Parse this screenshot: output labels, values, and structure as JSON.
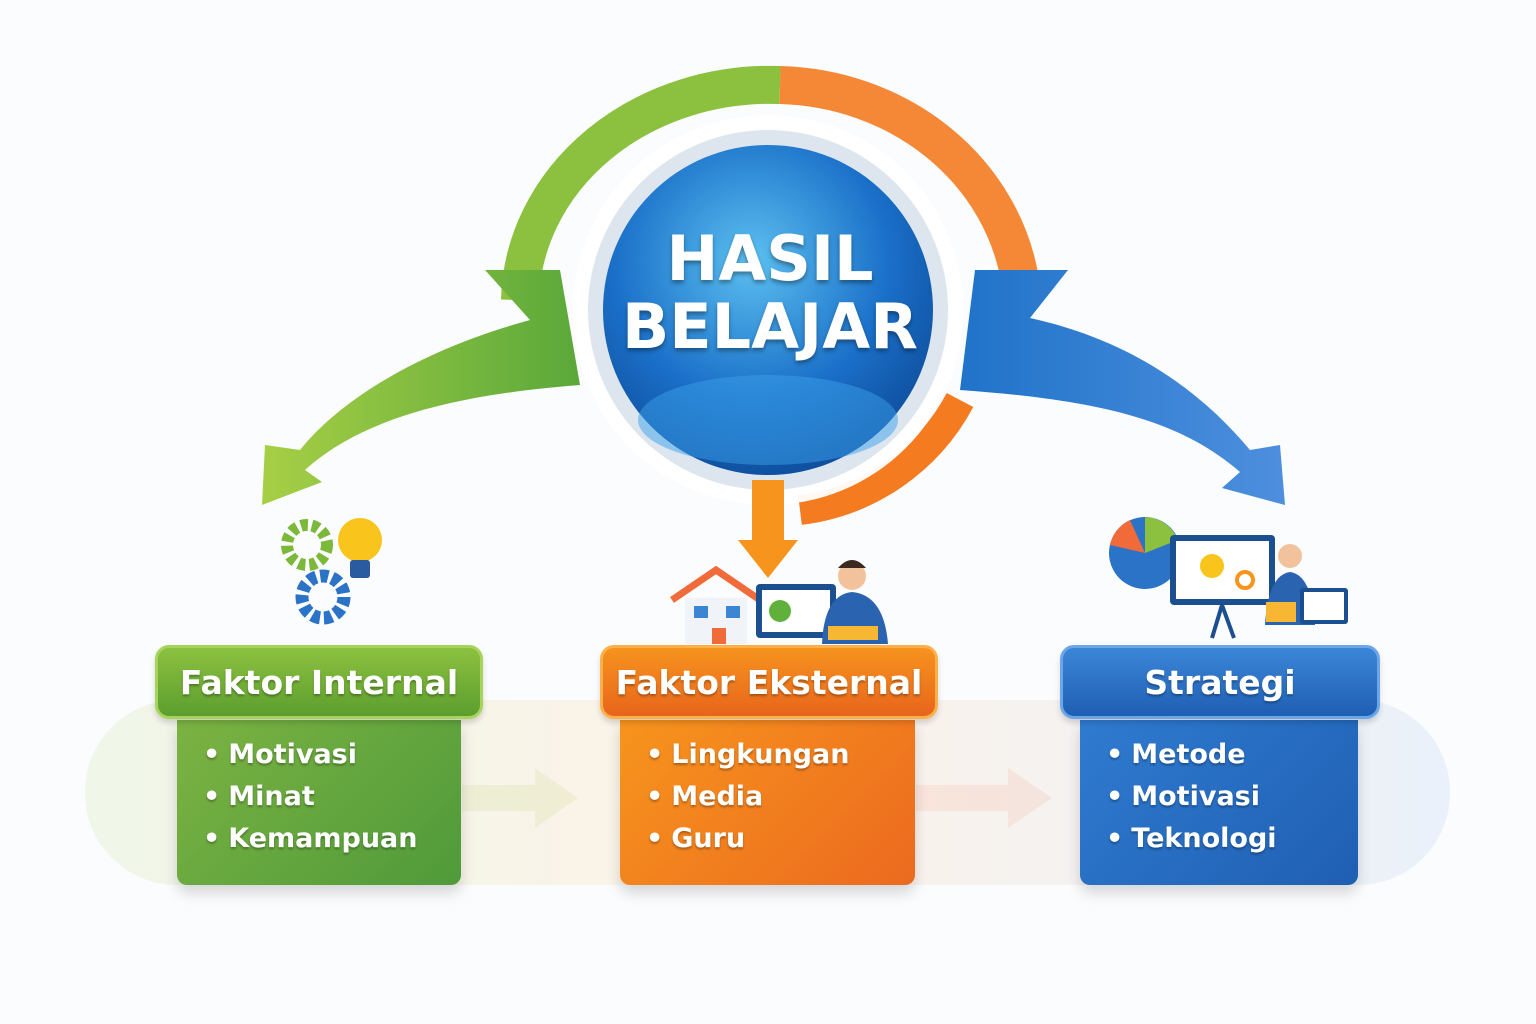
{
  "center": {
    "line1": "HASIL",
    "line2": "BELAJAR"
  },
  "columns": [
    {
      "title": "Faktor Internal",
      "items": [
        "Motivasi",
        "Minat",
        "Kemampuan"
      ],
      "color": "#6aa63a"
    },
    {
      "title": "Faktor Eksternal",
      "items": [
        "Lingkungan",
        "Media",
        "Guru"
      ],
      "color": "#f07a22"
    },
    {
      "title": "Strategi",
      "items": [
        "Metode",
        "Motivasi",
        "Teknologi"
      ],
      "color": "#2f6fc4"
    }
  ],
  "colors": {
    "green": "#8cc13f",
    "orange": "#f47b20",
    "blue": "#1f73c9"
  }
}
